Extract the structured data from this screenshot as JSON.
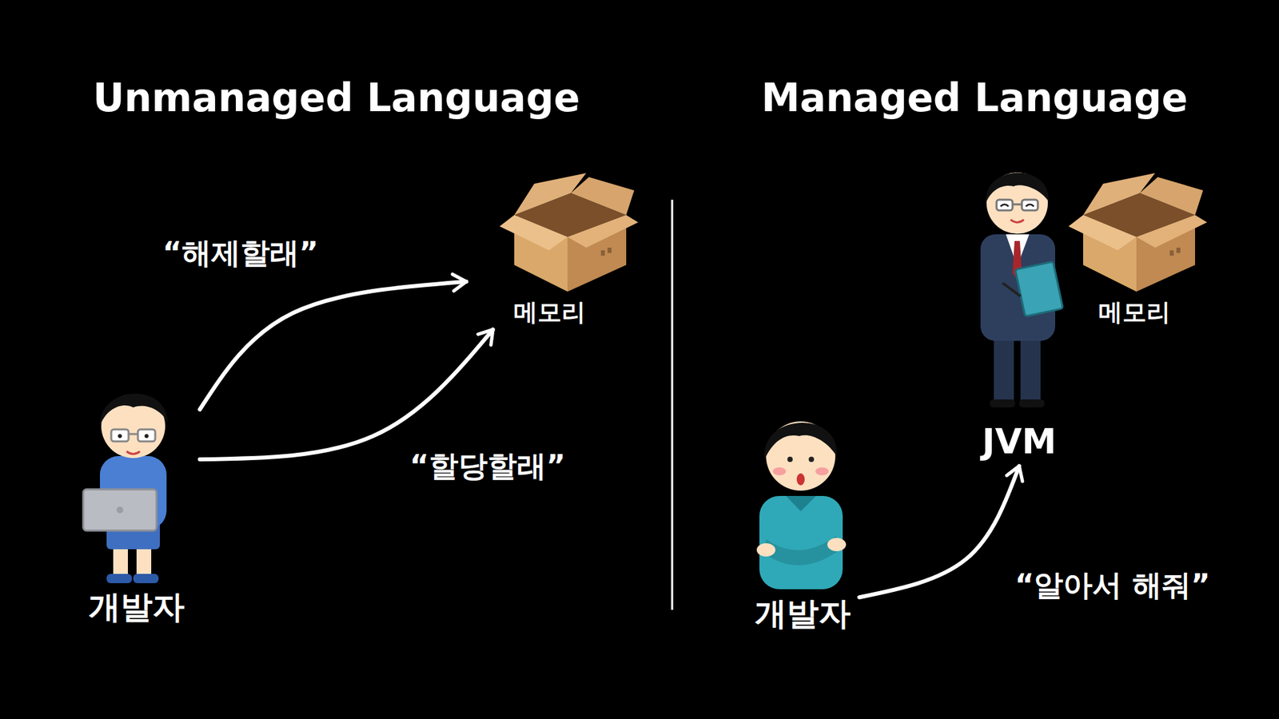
{
  "diagram": {
    "nodes": [
      {
        "text": [
          "개발자"
        ]
      },
      {
        "text": [
          "메모리"
        ]
      },
      {
        "text": [
          "개발자"
        ]
      },
      {
        "text": [
          "JVM"
        ]
      },
      {
        "text": [
          "메모리"
        ]
      }
    ],
    "edges": [
      {
        "from": 0,
        "to": 1,
        "label": "“해제할래”",
        "arrow": "to"
      },
      {
        "from": 0,
        "to": 1,
        "label": "“할당할래”",
        "arrow": "to"
      },
      {
        "from": 2,
        "to": 3,
        "label": "“알아서 해줘”",
        "arrow": "to"
      }
    ],
    "labels": [
      "Unmanaged Language",
      "Managed Language"
    ]
  }
}
